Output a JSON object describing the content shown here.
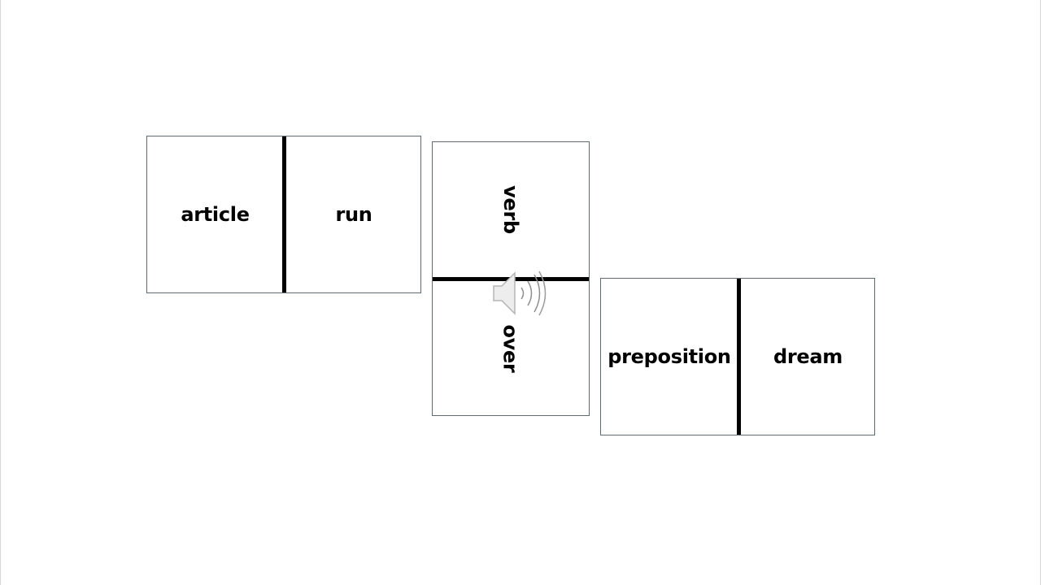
{
  "dominoes": [
    {
      "left_word": "article",
      "right_word": "run"
    },
    {
      "top_word": "verb",
      "bottom_word": "over"
    },
    {
      "left_word": "preposition",
      "right_word": "dream"
    }
  ],
  "audio": {
    "icon": "speaker-icon"
  },
  "colors": {
    "background": "#ffffff",
    "border": "#5f6b73",
    "divider": "#000000",
    "text": "#000000"
  }
}
